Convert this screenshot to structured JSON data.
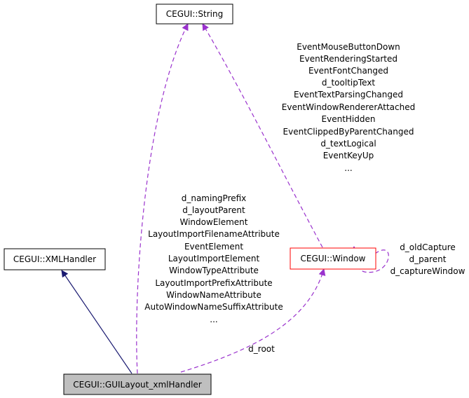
{
  "colors": {
    "inheritance_edge": "#191970",
    "usage_edge": "#9a32cd",
    "focus_node_fill": "#bfbfbf",
    "highlight_border": "#ff0000"
  },
  "nodes": {
    "string": {
      "label": "CEGUI::String"
    },
    "xmlhandler": {
      "label": "CEGUI::XMLHandler"
    },
    "window": {
      "label": "CEGUI::Window"
    },
    "guilayout": {
      "label": "CEGUI::GUILayout_xmlHandler"
    }
  },
  "edges": {
    "window_to_string": {
      "labels": [
        "EventMouseButtonDown",
        "EventRenderingStarted",
        "EventFontChanged",
        "d_tooltipText",
        "EventTextParsingChanged",
        "EventWindowRendererAttached",
        "EventHidden",
        "EventClippedByParentChanged",
        "d_textLogical",
        "EventKeyUp",
        "..."
      ]
    },
    "guilayout_to_string": {
      "labels": [
        "d_namingPrefix",
        "d_layoutParent",
        "WindowElement",
        "LayoutImportFilenameAttribute",
        "EventElement",
        "LayoutImportElement",
        "WindowTypeAttribute",
        "LayoutImportPrefixAttribute",
        "WindowNameAttribute",
        "AutoWindowNameSuffixAttribute",
        "..."
      ]
    },
    "window_self": {
      "labels": [
        "d_oldCapture",
        "d_parent",
        "d_captureWindow"
      ]
    },
    "guilayout_to_window": {
      "labels": [
        "d_root"
      ]
    }
  }
}
